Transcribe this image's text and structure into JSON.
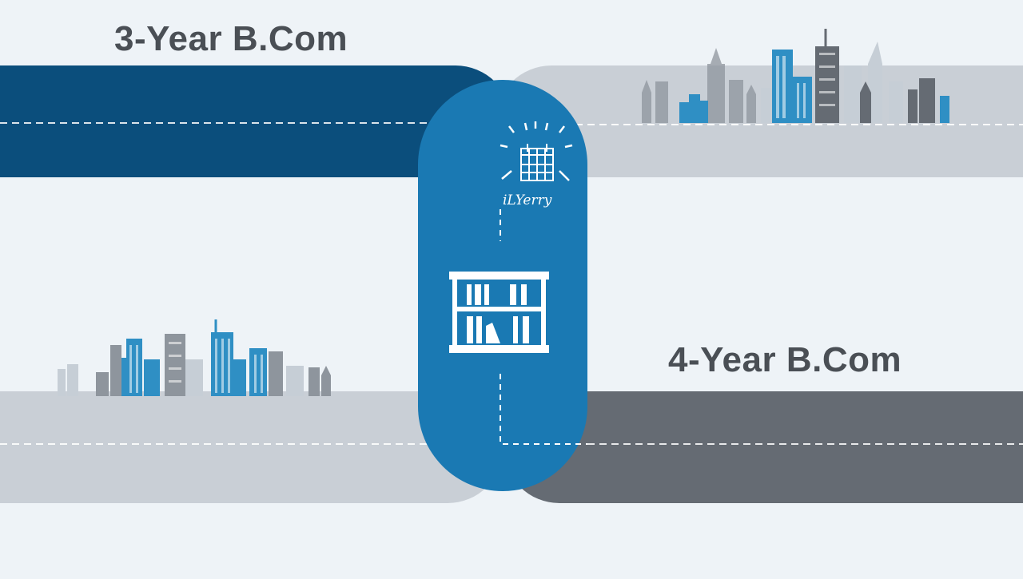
{
  "titles": {
    "three_year": "3-Year B.Com",
    "four_year": "4-Year B.Com"
  },
  "connector": {
    "calendar_caption": "iLYerry",
    "icons": [
      "calendar-icon",
      "bookshelf-icon"
    ]
  },
  "skylines": [
    "top-right-city-skyline",
    "bottom-left-city-skyline"
  ],
  "colors": {
    "background": "#eef3f7",
    "track_3yr": "#0b4e7c",
    "track_4yr": "#656b73",
    "track_light": "#c9cfd6",
    "connector": "#1a79b3",
    "building_blue": "#2f8fc4",
    "building_grey": "#8e959d",
    "building_light": "#c6ced6",
    "heading_text": "#4a4f55"
  }
}
